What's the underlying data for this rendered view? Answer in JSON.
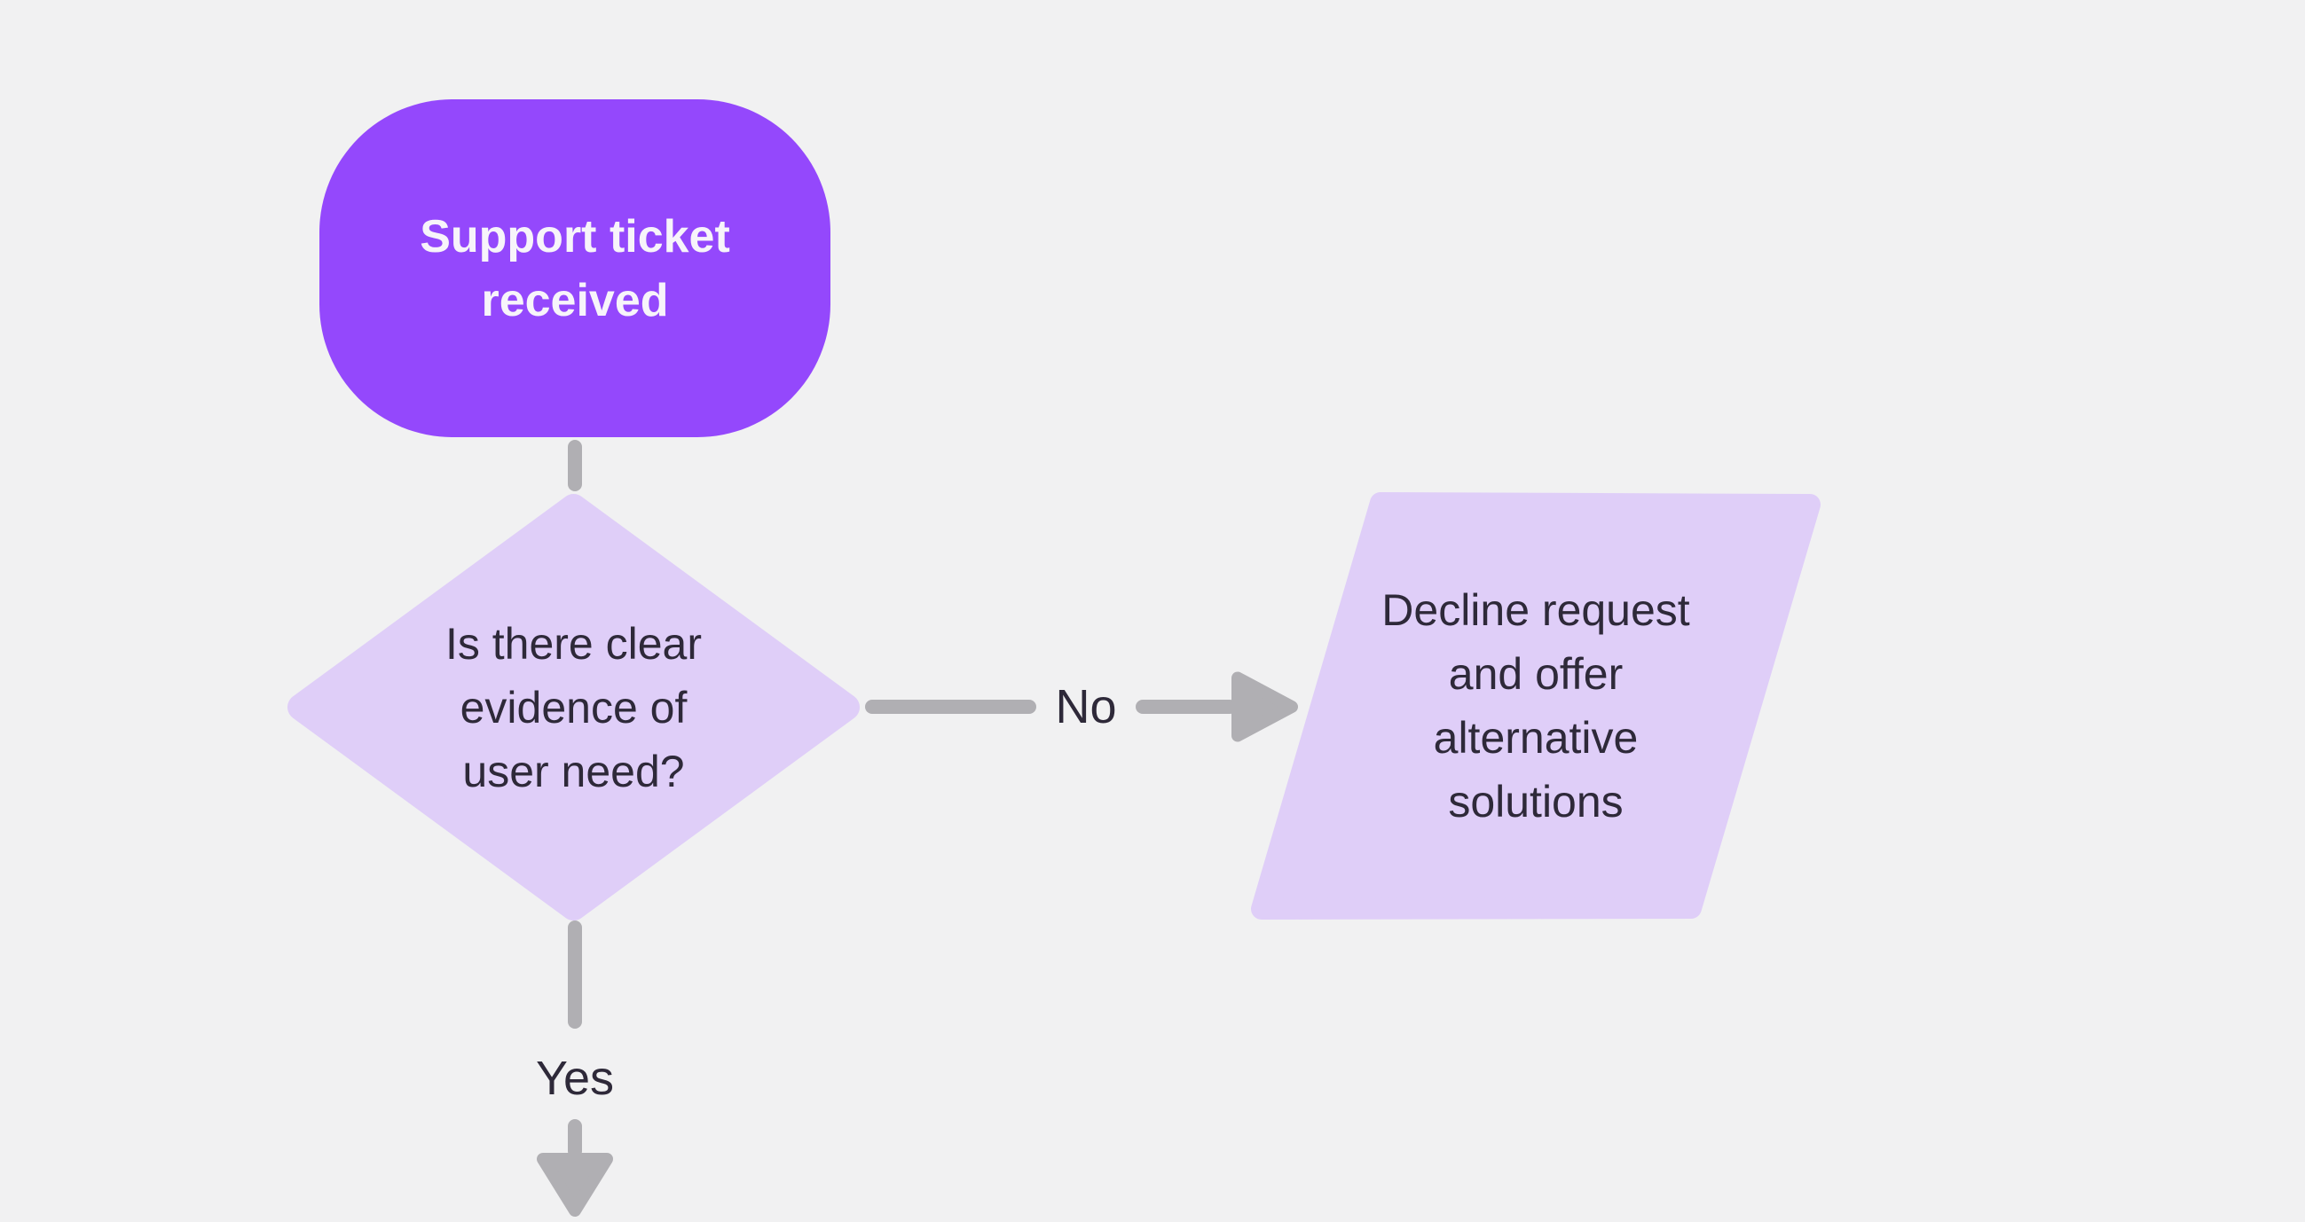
{
  "palette": {
    "canvas-bg": "#F1F1F2",
    "accent": "#9448FC",
    "accent-soft": "#DFCEF8",
    "connector": "#B0AFB3",
    "ink": "#2E2939",
    "on-accent": "#F7F4FA"
  },
  "nodes": {
    "start": {
      "shape": "rounded-rectangle",
      "lines": [
        "Support ticket",
        "received"
      ]
    },
    "decision": {
      "shape": "diamond",
      "lines": [
        "Is there clear",
        "evidence of",
        "user need?"
      ]
    },
    "decline": {
      "shape": "parallelogram",
      "lines": [
        "Decline request",
        "and offer",
        "alternative",
        "solutions"
      ]
    }
  },
  "edges": {
    "no": {
      "label": "No"
    },
    "yes": {
      "label": "Yes"
    }
  }
}
